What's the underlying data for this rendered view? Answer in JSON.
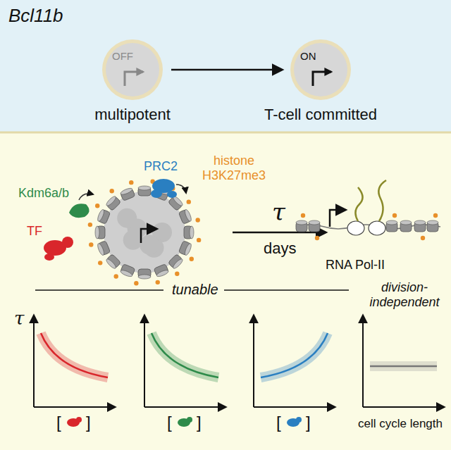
{
  "diagram": {
    "title": "Bcl11b",
    "nodes": [
      {
        "text": [
          "OFF",
          "multipotent"
        ]
      },
      {
        "text": [
          "ON",
          "T-cell committed"
        ]
      }
    ],
    "edges": [
      {
        "from": 0,
        "to": 1,
        "arrow": "to"
      }
    ],
    "labels": [
      "PRC2",
      "histone H3K27me3",
      "Kdm6a/b",
      "TF",
      "τ",
      "days",
      "RNA Pol-II",
      "tunable",
      "division-independent",
      "τ",
      "[",
      "]",
      "[",
      "]",
      "[",
      "]",
      "cell cycle length"
    ]
  }
}
